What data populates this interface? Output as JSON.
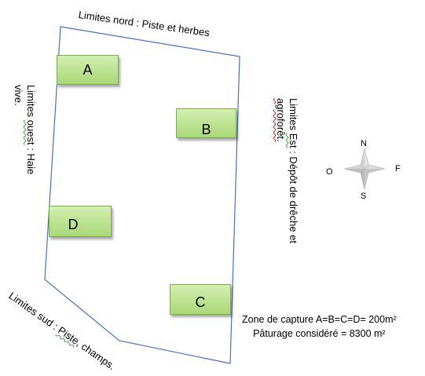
{
  "limits": {
    "north": "Limites  nord :   Piste et  herbes",
    "west_prefix": "Limites ",
    "west_keyword": "ouest",
    "west_suffix": " :  Haie",
    "west_line2": "vive.",
    "east_prefix": "Limites  ",
    "east_keyword": "Est",
    "east_suffix": " : Dépôt de drêche et",
    "east_line2": "agroforêt.",
    "south_prefix": "Limites  sud : ",
    "south_keyword": "Piste",
    "south_suffix": ", champs."
  },
  "zones": {
    "a": "A",
    "b": "B",
    "c": "C",
    "d": "D"
  },
  "compass": {
    "north": "N",
    "south": "S",
    "east": "F",
    "west": "O"
  },
  "info": {
    "line1": "Zone de capture  A=B=C=D= 200m²",
    "line2": "Pâturage  considéré = 8300 m²"
  },
  "colors": {
    "boundary": "#4472c4",
    "zone_fill": "#b5e08a",
    "underline_green": "#3fa33f",
    "underline_red": "#d02020"
  }
}
